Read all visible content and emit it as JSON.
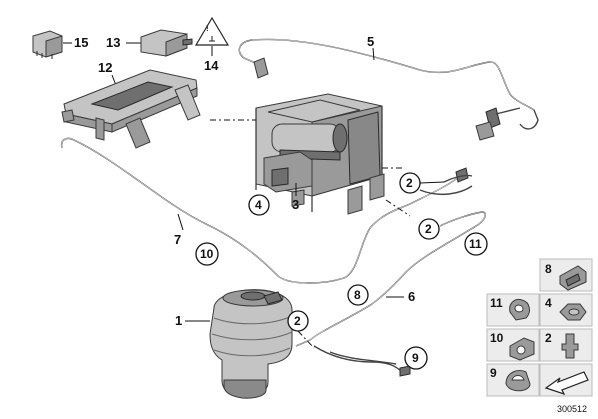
{
  "diagram": {
    "labels": {
      "p1": "1",
      "p3": "3",
      "p5": "5",
      "p6": "6",
      "p7": "7",
      "p12": "12",
      "p13": "13",
      "p14": "14",
      "p15": "15"
    },
    "circled": {
      "c2a": "2",
      "c2b": "2",
      "c2c": "2",
      "c4": "4",
      "c8": "8",
      "c9": "9",
      "c10": "10",
      "c11": "11"
    },
    "legend": {
      "g8": "8",
      "g11": "11",
      "g4": "4",
      "g10": "10",
      "g2": "2",
      "g9": "9"
    },
    "reference_number": "300512"
  }
}
